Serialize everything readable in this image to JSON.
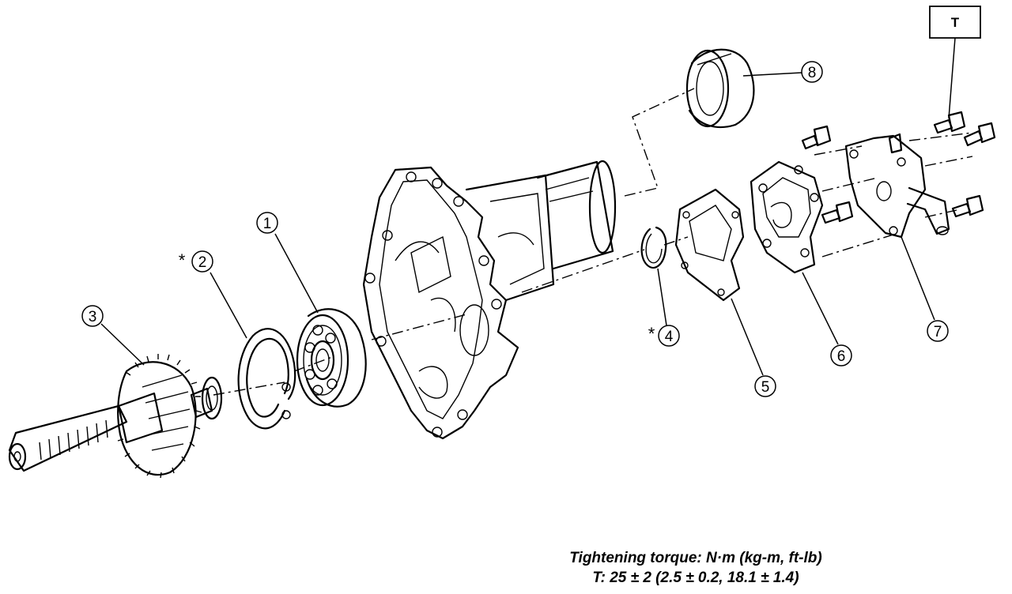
{
  "callouts": [
    {
      "num": "1"
    },
    {
      "num": "2",
      "star": "*"
    },
    {
      "num": "3"
    },
    {
      "num": "4",
      "star": "*"
    },
    {
      "num": "5"
    },
    {
      "num": "6"
    },
    {
      "num": "7"
    },
    {
      "num": "8"
    }
  ],
  "torque_box": {
    "label": "T"
  },
  "caption": {
    "line1": "Tightening torque: N·m (kg-m, ft-lb)",
    "line2": "T: 25 ± 2 (2.5 ± 0.2, 18.1 ± 1.4)"
  }
}
